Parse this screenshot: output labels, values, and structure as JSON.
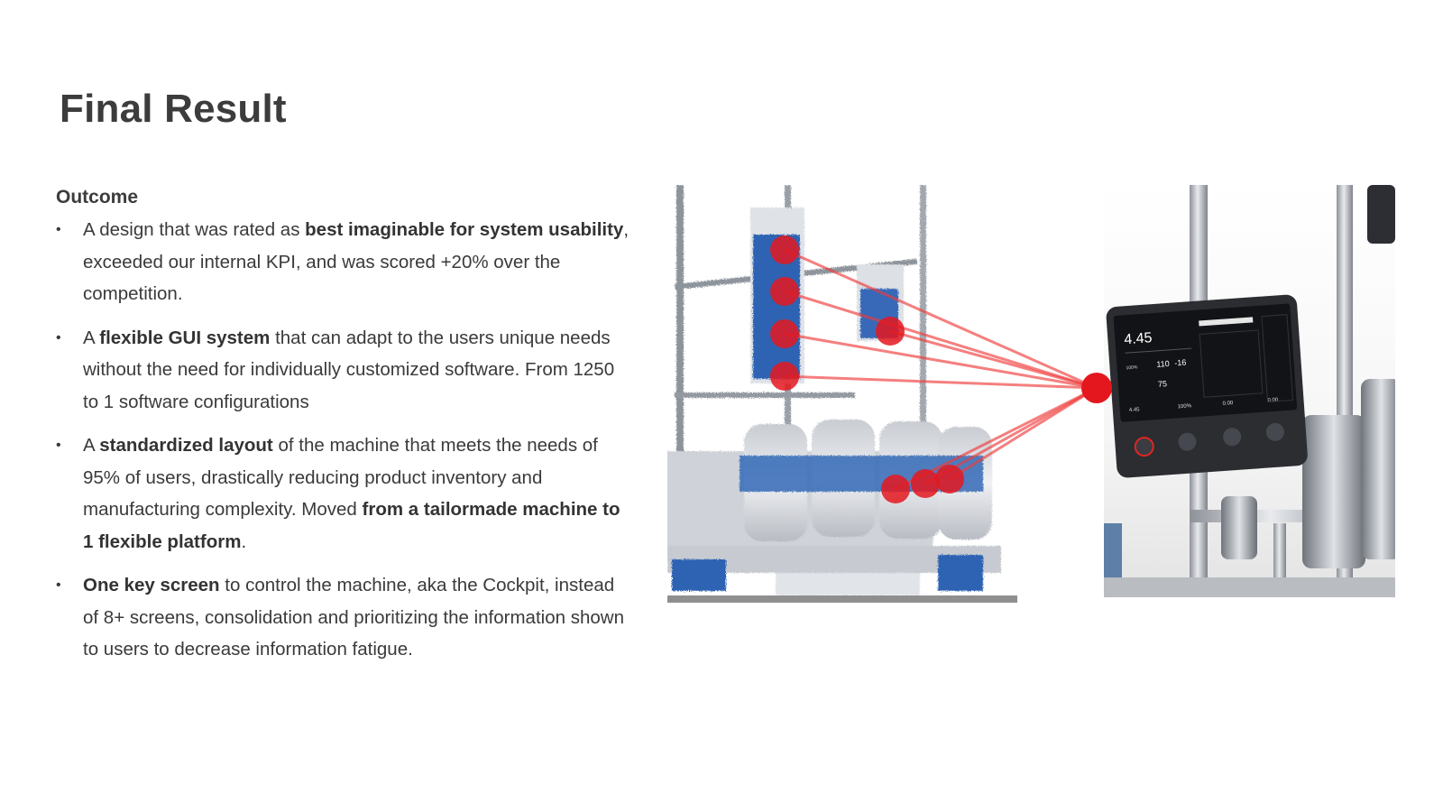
{
  "slide": {
    "title": "Final Result"
  },
  "outcome": {
    "heading": "Outcome",
    "bullet_glyph": "•",
    "items": [
      {
        "segments": [
          {
            "text": "A design that was rated as ",
            "bold": false
          },
          {
            "text": "best imaginable for system usability",
            "bold": true
          },
          {
            "text": ", exceeded our internal KPI, and was scored +20% over the competition.",
            "bold": false
          }
        ]
      },
      {
        "segments": [
          {
            "text": "A ",
            "bold": false
          },
          {
            "text": "flexible GUI system",
            "bold": true
          },
          {
            "text": " that can adapt to the users unique needs without the need for individually customized software. From 1250 to 1 software configurations",
            "bold": false
          }
        ]
      },
      {
        "segments": [
          {
            "text": "A ",
            "bold": false
          },
          {
            "text": "standardized layout",
            "bold": true
          },
          {
            "text": " of the machine that meets the needs of 95% of users, drastically reducing product inventory and manufacturing complexity. Moved ",
            "bold": false
          },
          {
            "text": "from a tailormade machine to 1 flexible platform",
            "bold": true
          },
          {
            "text": ".",
            "bold": false
          }
        ]
      },
      {
        "segments": [
          {
            "text": "One key screen",
            "bold": true
          },
          {
            "text": " to control the machine, aka the Cockpit, instead of 8+ screens, consolidation and prioritizing the information shown to users to decrease information fatigue.",
            "bold": false
          }
        ]
      }
    ]
  },
  "cockpit_screen": {
    "primary_value": "4.45",
    "values": [
      "110",
      "-16",
      "75",
      "100%",
      "4.45",
      "100%",
      "0.00",
      "0.00"
    ]
  },
  "colors": {
    "connector": "#ef3b3b",
    "marker": "#e4171f",
    "machine_blue": "#2a5fb0",
    "screen_bezel": "#2b2d31",
    "title": "#3c3c3c",
    "body_text": "#3a3a3a"
  }
}
